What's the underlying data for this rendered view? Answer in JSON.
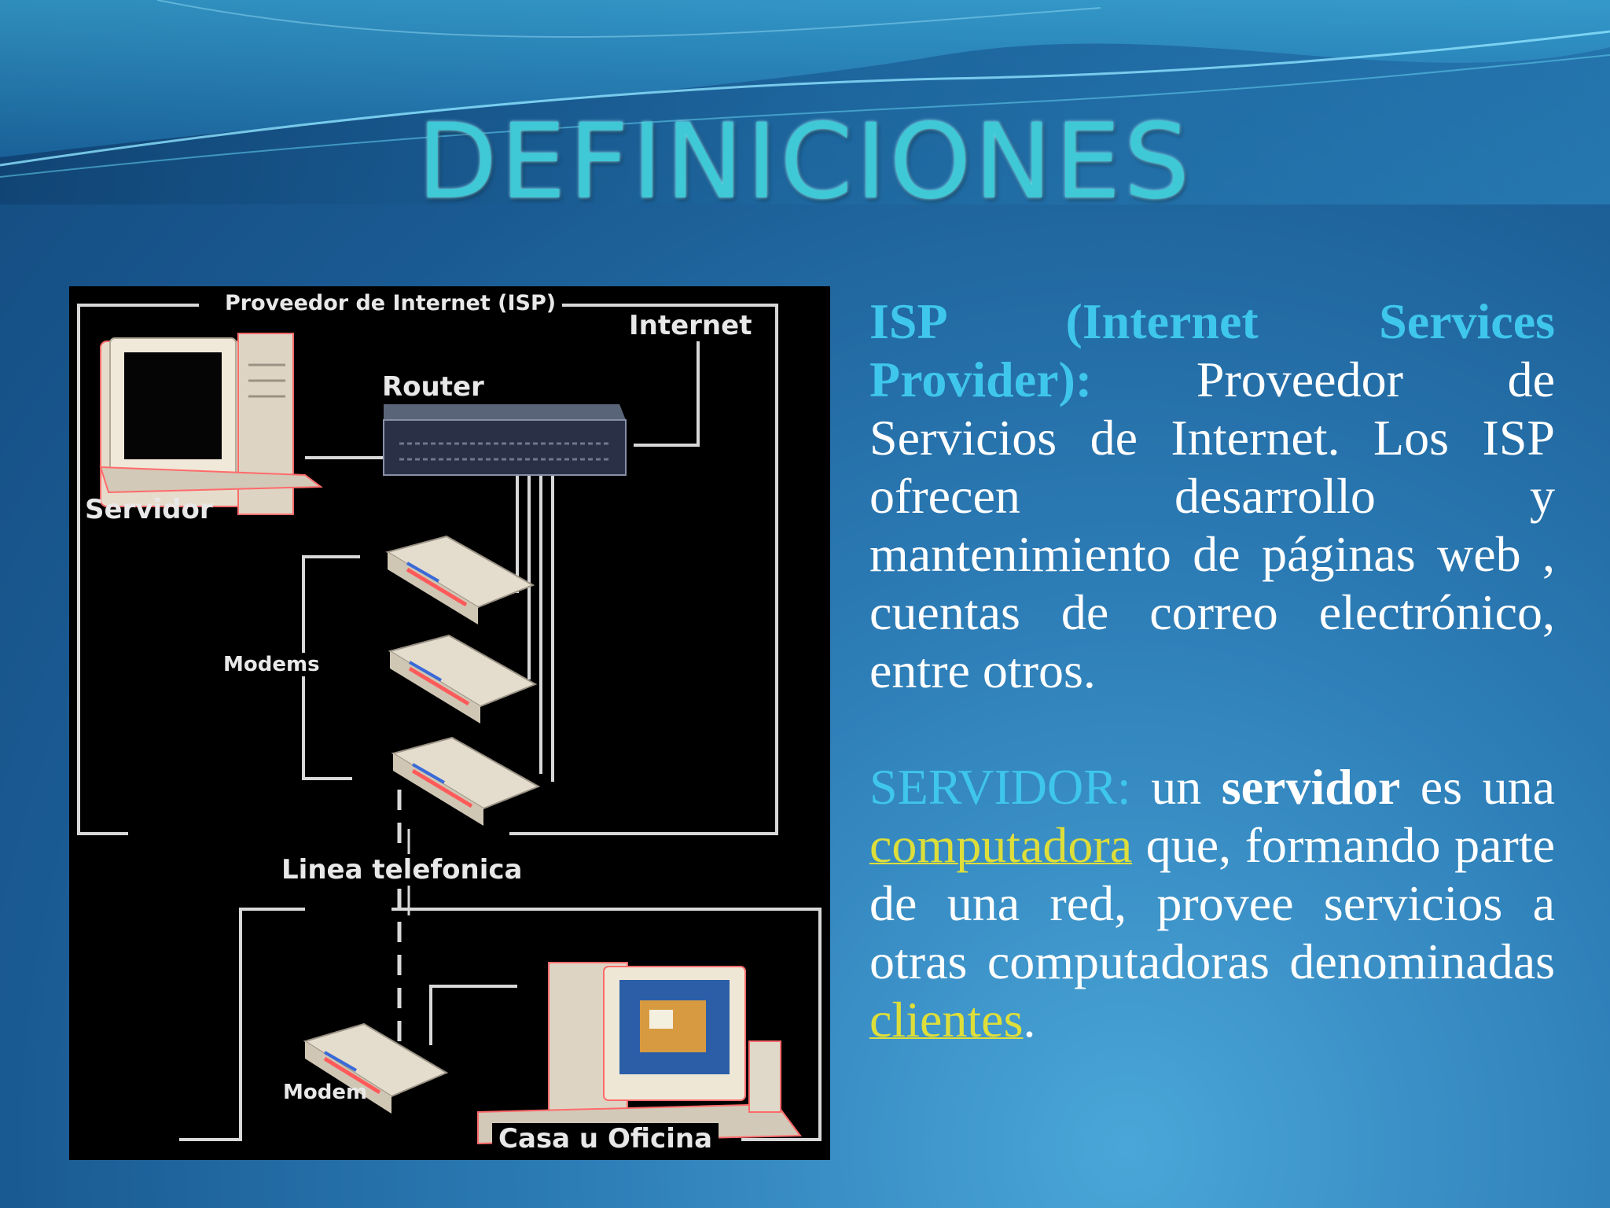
{
  "slide": {
    "title": "DEFINICIONES"
  },
  "diagram": {
    "labels": {
      "isp": "Proveedor de Internet (ISP)",
      "internet": "Internet",
      "router": "Router",
      "servidor": "Servidor",
      "modems": "Modems",
      "linea": "Linea telefonica",
      "modem": "Modem",
      "casa": "Casa u Oficina"
    }
  },
  "definitions": {
    "isp": {
      "term": "ISP (Internet Services Provider):",
      "text": " Proveedor de Servicios de Internet. Los ISP ofrecen desarrollo y mantenimiento de páginas web , cuentas de correo electrónico, entre otros."
    },
    "servidor": {
      "term": "SERVIDOR:",
      "text_a": " un ",
      "bold": "servidor",
      "text_b": " es una ",
      "link1": "computadora",
      "text_c": " que, formando parte de una red, provee servicios a otras computadoras denominadas ",
      "link2": "clientes",
      "text_d": "."
    }
  },
  "colors": {
    "accent": "#3fc6ec",
    "link": "#dede3a",
    "background": "#1a5a92"
  }
}
